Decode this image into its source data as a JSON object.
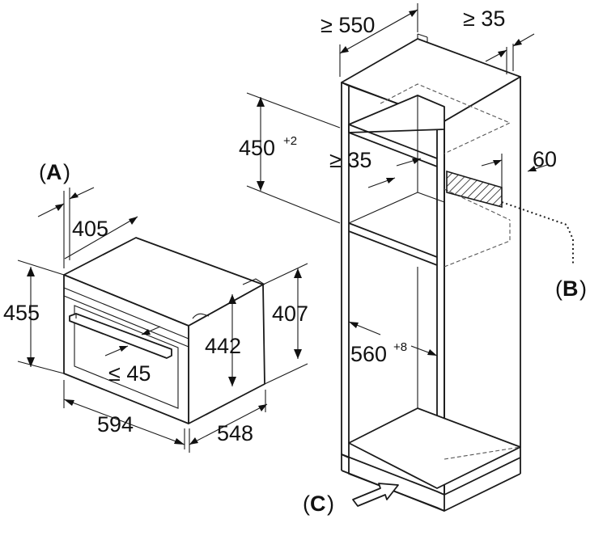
{
  "callouts": {
    "a": "A",
    "b": "B",
    "c": "C"
  },
  "oven": {
    "depth_top": "405",
    "height_total": "455",
    "height_right": "407",
    "height_inner": "442",
    "handle_projection": "≤ 45",
    "width": "594",
    "depth": "548"
  },
  "cabinet": {
    "depth_min": "≥ 550",
    "rear_gap_min": "≥ 35",
    "niche_height": "450",
    "niche_height_tolerance": "+2",
    "shelf_gap_min": "≥ 35",
    "vent_depth": "60",
    "niche_width": "560",
    "niche_width_tolerance": "+8"
  }
}
